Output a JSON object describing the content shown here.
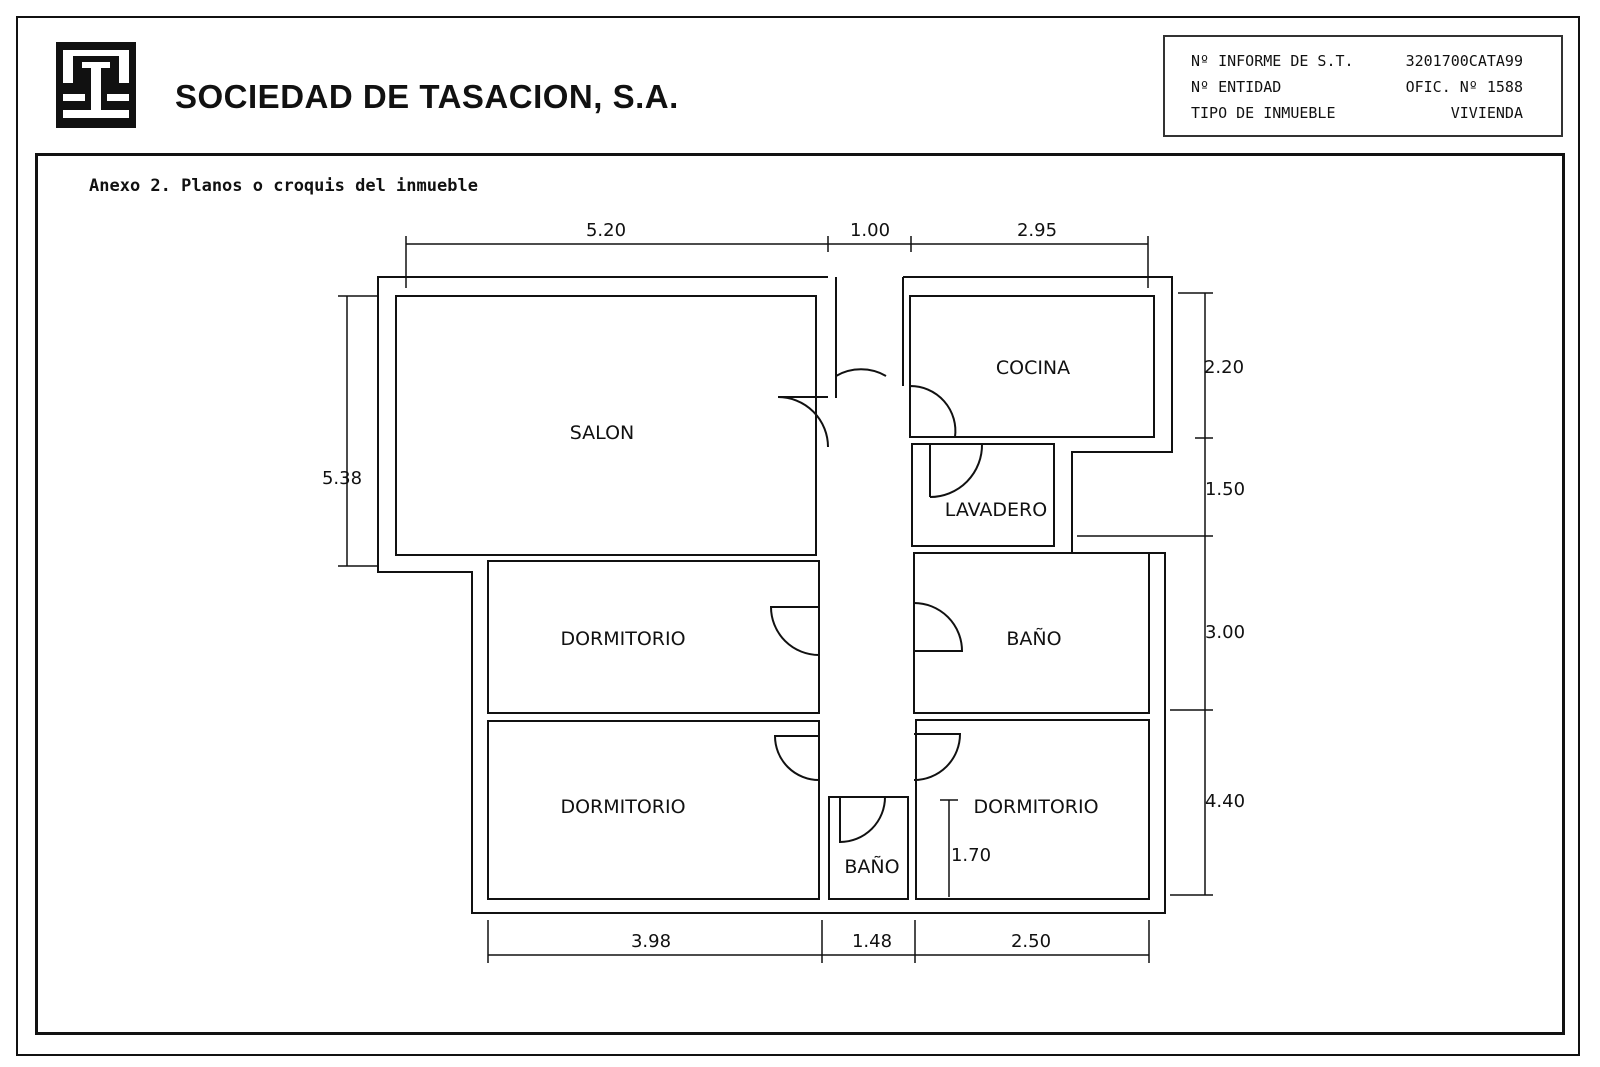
{
  "header": {
    "company": "SOCIEDAD DE TASACION, S.A.",
    "info": [
      {
        "label": "Nº INFORME DE S.T.",
        "value": "3201700CATA99"
      },
      {
        "label": "Nº ENTIDAD",
        "value": "OFIC. Nº 1588"
      },
      {
        "label": "TIPO DE INMUEBLE",
        "value": "VIVIENDA"
      }
    ]
  },
  "annex_title": "Anexo 2. Planos o croquis del inmueble",
  "rooms": {
    "salon": "SALON",
    "cocina": "COCINA",
    "lavadero": "LAVADERO",
    "dormitorio_1": "DORMITORIO",
    "bano_1": "BAÑO",
    "dormitorio_2": "DORMITORIO",
    "bano_2": "BAÑO",
    "dormitorio_3": "DORMITORIO"
  },
  "dimensions": {
    "top_1": "5.20",
    "top_2": "1.00",
    "top_3": "2.95",
    "left": "5.38",
    "right_1": "2.20",
    "right_2": "1.50",
    "right_3": "3.00",
    "right_4": "4.40",
    "bottom_1": "3.98",
    "bottom_2": "1.48",
    "bottom_3": "2.50",
    "inner": "1.70"
  }
}
